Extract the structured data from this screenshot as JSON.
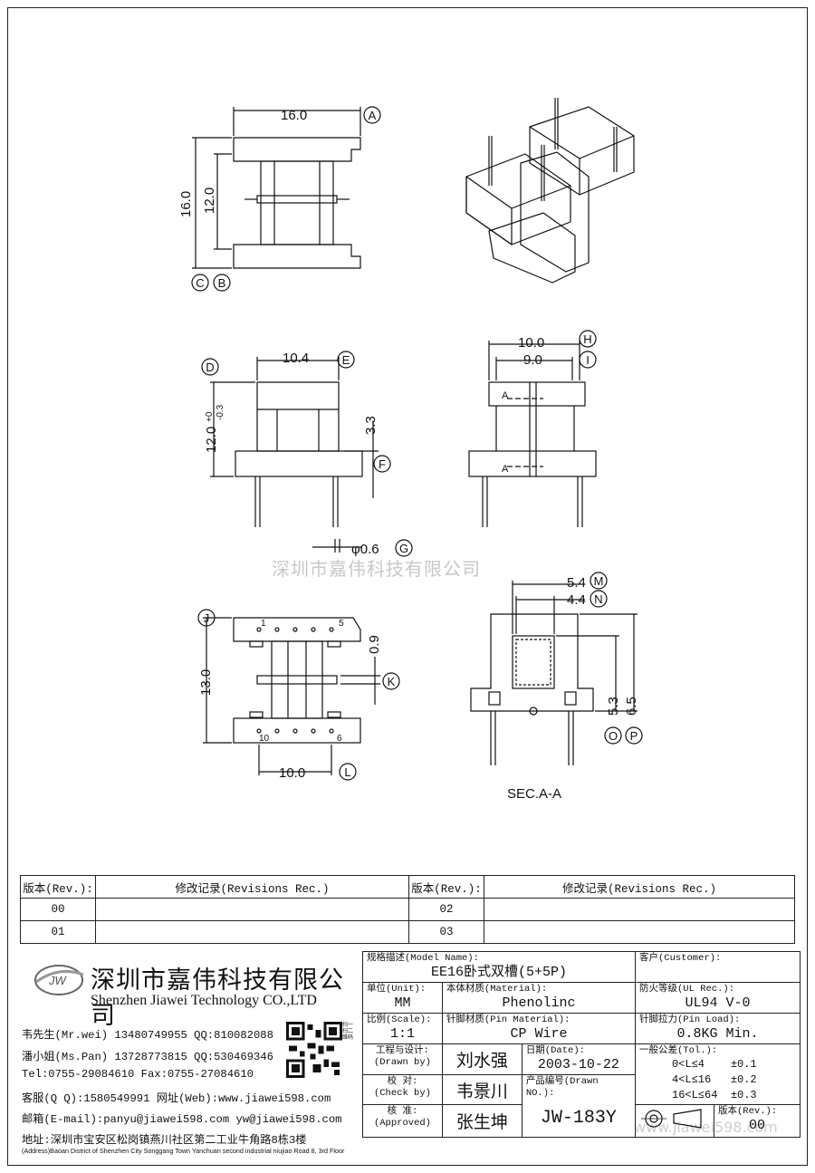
{
  "dims": {
    "top_w": "16.0",
    "top_h": "16.0",
    "top_inner": "12.0",
    "front_w": "10.4",
    "front_h": "12.0",
    "front_tol": "+0",
    "front_tol2": "-0.3",
    "front_flange": "3.3",
    "pin_d": "φ0.6",
    "side_w": "10.0",
    "side_inner": "9.0",
    "bottom_h": "13.0",
    "bottom_t": "0.9",
    "bottom_w": "10.0",
    "pin1": "1",
    "pin5": "5",
    "pin10": "10",
    "pin6": "6",
    "sec_w": "5.4",
    "sec_inner": "4.4",
    "sec_h1": "5.3",
    "sec_h2": "6.5",
    "sec_a": "A"
  },
  "refs": [
    "A",
    "B",
    "C",
    "D",
    "E",
    "F",
    "G",
    "H",
    "I",
    "J",
    "K",
    "L",
    "M",
    "N",
    "O",
    "P"
  ],
  "section_label": "SEC.A-A",
  "watermark": "深圳市嘉伟科技有限公司",
  "watermark_url": "www.jiawei598.com",
  "revisions": {
    "h1": "版本(Rev.):",
    "h2": "修改记录(Revisions Rec.)",
    "h3": "版本(Rev.):",
    "h4": "修改记录(Revisions Rec.)",
    "rows": [
      [
        "00",
        "",
        "02",
        ""
      ],
      [
        "01",
        "",
        "03",
        ""
      ]
    ]
  },
  "company": {
    "logo": "JW",
    "name_cn": "深圳市嘉伟科技有限公司",
    "name_en": "Shenzhen Jiawei Technology CO.,LTD",
    "lines": [
      "韦先生(Mr.wei) 13480749955 QQ:810082088",
      "潘小姐(Ms.Pan) 13728773815 QQ:530469346",
      "Tel:0755-29084610    Fax:0755-27084610",
      "客服(Q Q):1580549991   网址(Web):www.jiawei598.com",
      "邮箱(E-mail):panyu@jiawei598.com  yw@jiawei598.com",
      "地址:深圳市宝安区松岗镇燕川社区第二工业牛角路8栋3楼",
      "(Address)Baoan District of Shenzhen City Songgang Town Yanchuan  second industrial niujiao Road 8, 3rd Floor"
    ],
    "qr_text": "扫一扫二维码"
  },
  "title_block": {
    "model_label": "规格描述(Model Name):",
    "model": "EE16卧式双槽(5+5P)",
    "customer_label": "客户(Customer):",
    "customer": "",
    "unit_label": "单位(Unit):",
    "unit": "MM",
    "material_label": "本体材质(Material):",
    "material": "Phenolinc",
    "ul_label": "防火等级(UL Rec.):",
    "ul": "UL94 V-0",
    "scale_label": "比例(Scale):",
    "scale": "1:1",
    "pin_mat_label": "针脚材质(Pin Material):",
    "pin_mat": "CP Wire",
    "pin_load_label": "针脚拉力(Pin Load):",
    "pin_load": "0.8KG Min.",
    "drawn_label": "工程与设计:",
    "drawn_label2": "(Drawn by)",
    "drawn": "刘水强",
    "date_label": "日期(Date):",
    "date": "2003-10-22",
    "tol_label": "一般公差(Tol.):",
    "tol_rows": [
      [
        "0<L≤4",
        "±0.1"
      ],
      [
        "4<L≤16",
        "±0.2"
      ],
      [
        "16<L≤64",
        "±0.3"
      ]
    ],
    "check_label": "校  对:",
    "check_label2": "(Check by)",
    "check": "韦景川",
    "drawn_no_label": "产品编号(Drawn NO.):",
    "drawn_no": "JW-183Y",
    "approved_label": "核  准:",
    "approved_label2": "(Approved)",
    "approved": "张生坤",
    "rev_label": "版本(Rev.):",
    "rev": "00"
  }
}
